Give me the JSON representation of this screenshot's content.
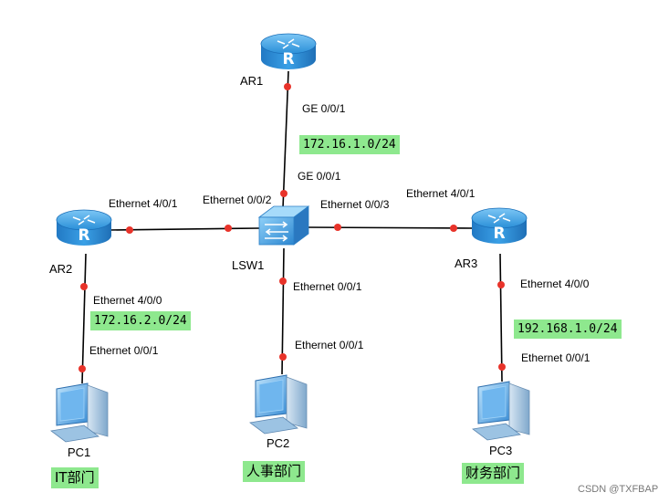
{
  "devices": {
    "ar1": "AR1",
    "ar2": "AR2",
    "ar3": "AR3",
    "lsw1": "LSW1",
    "pc1": "PC1",
    "pc2": "PC2",
    "pc3": "PC3"
  },
  "interfaces": {
    "ar1_ge": "GE 0/0/1",
    "lsw_ge": "GE 0/0/1",
    "ar2_eth_401": "Ethernet 4/0/1",
    "lsw_eth_002": "Ethernet 0/0/2",
    "lsw_eth_003": "Ethernet 0/0/3",
    "ar3_eth_401": "Ethernet 4/0/1",
    "lsw_eth_001": "Ethernet 0/0/1",
    "pc2_eth_001": "Ethernet 0/0/1",
    "ar2_eth_400": "Ethernet 4/0/0",
    "pc1_eth_001": "Ethernet 0/0/1",
    "ar3_eth_400": "Ethernet 4/0/0",
    "pc3_eth_001": "Ethernet 0/0/1"
  },
  "networks": {
    "ar1_lsw": "172.16.1.0/24",
    "ar2_pc1": "172.16.2.0/24",
    "ar3_pc3": "192.168.1.0/24"
  },
  "departments": {
    "it": "IT部门",
    "hr": "人事部门",
    "finance": "财务部门"
  },
  "watermark": "CSDN @TXFBAP",
  "colors": {
    "link": "#000000",
    "port_dot": "#e8332a",
    "highlight": "#8ee88e",
    "router": "#2a8fd8",
    "switch": "#3a9ae0",
    "pc": "#4a96d8"
  },
  "icons": {
    "router": "router-icon",
    "switch": "switch-icon",
    "pc": "pc-icon"
  }
}
